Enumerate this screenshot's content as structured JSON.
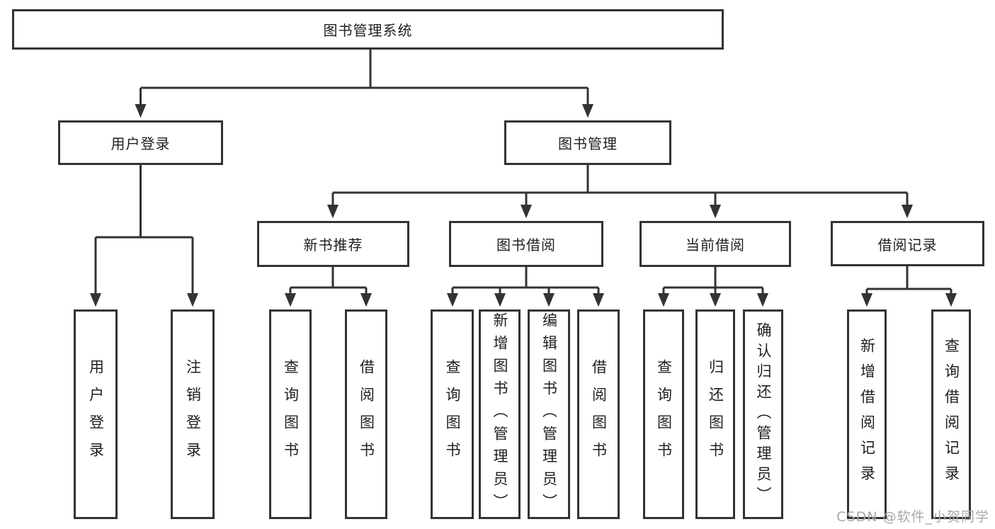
{
  "diagram": {
    "type": "tree",
    "tree": {
      "root": {
        "label": "图书管理系统",
        "children": [
          {
            "label": "用户登录",
            "children": [
              {
                "label": "用户登录"
              },
              {
                "label": "注销登录"
              }
            ]
          },
          {
            "label": "图书管理",
            "children": [
              {
                "label": "新书推荐",
                "children": [
                  {
                    "label": "查询图书"
                  },
                  {
                    "label": "借阅图书"
                  }
                ]
              },
              {
                "label": "图书借阅",
                "children": [
                  {
                    "label": "查询图书"
                  },
                  {
                    "label": "新增图书（管理员）"
                  },
                  {
                    "label": "编辑图书（管理员）"
                  },
                  {
                    "label": "借阅图书"
                  }
                ]
              },
              {
                "label": "当前借阅",
                "children": [
                  {
                    "label": "查询图书"
                  },
                  {
                    "label": "归还图书"
                  },
                  {
                    "label": "确认归还（管理员）"
                  }
                ]
              },
              {
                "label": "借阅记录",
                "children": [
                  {
                    "label": "新增借阅记录"
                  },
                  {
                    "label": "查询借阅记录"
                  }
                ]
              }
            ]
          }
        ]
      }
    },
    "colors": {
      "line": "#333333",
      "box_border": "#333333",
      "box_fill": "#ffffff",
      "text": "#1f1f1f",
      "background": "#ffffff"
    }
  },
  "watermark": {
    "text": "CSDN @软件_小贺同学"
  }
}
